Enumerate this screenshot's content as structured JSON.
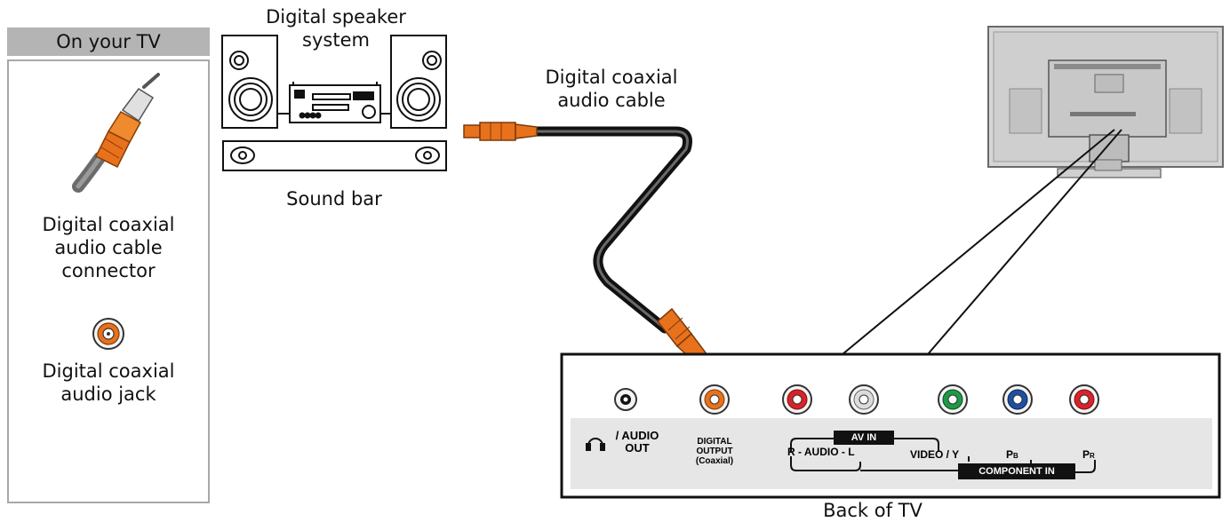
{
  "panel": {
    "header": "On your TV",
    "connector_label": [
      "Digital coaxial",
      "audio cable",
      "connector"
    ],
    "jack_label": [
      "Digital coaxial",
      "audio jack"
    ]
  },
  "speaker_system_label": [
    "Digital speaker",
    "system"
  ],
  "sound_bar_label": "Sound bar",
  "cable_label": [
    "Digital coaxial",
    "audio cable"
  ],
  "back_of_tv_label": "Back of TV",
  "tv_panel": {
    "audio_out": [
      "/ AUDIO",
      "OUT"
    ],
    "digital_output": [
      "DIGITAL",
      "OUTPUT",
      "(Coaxial)"
    ],
    "av_in": "AV IN",
    "r_audio_l": "R  - AUDIO - L",
    "video_y": "VIDEO / Y",
    "pb": "P",
    "pb_sub": "B",
    "pr": "P",
    "pr_sub": "R",
    "component_in": "COMPONENT IN"
  },
  "colors": {
    "coax_orange": "#e8711c",
    "audio_red": "#d8232a",
    "audio_white": "#dcdcdc",
    "video_green": "#1e9a46",
    "pb_blue": "#1f4fa3",
    "pr_red": "#d8232a",
    "panel_gray": "#e6e6e6",
    "header_gray": "#b4b4b4"
  }
}
